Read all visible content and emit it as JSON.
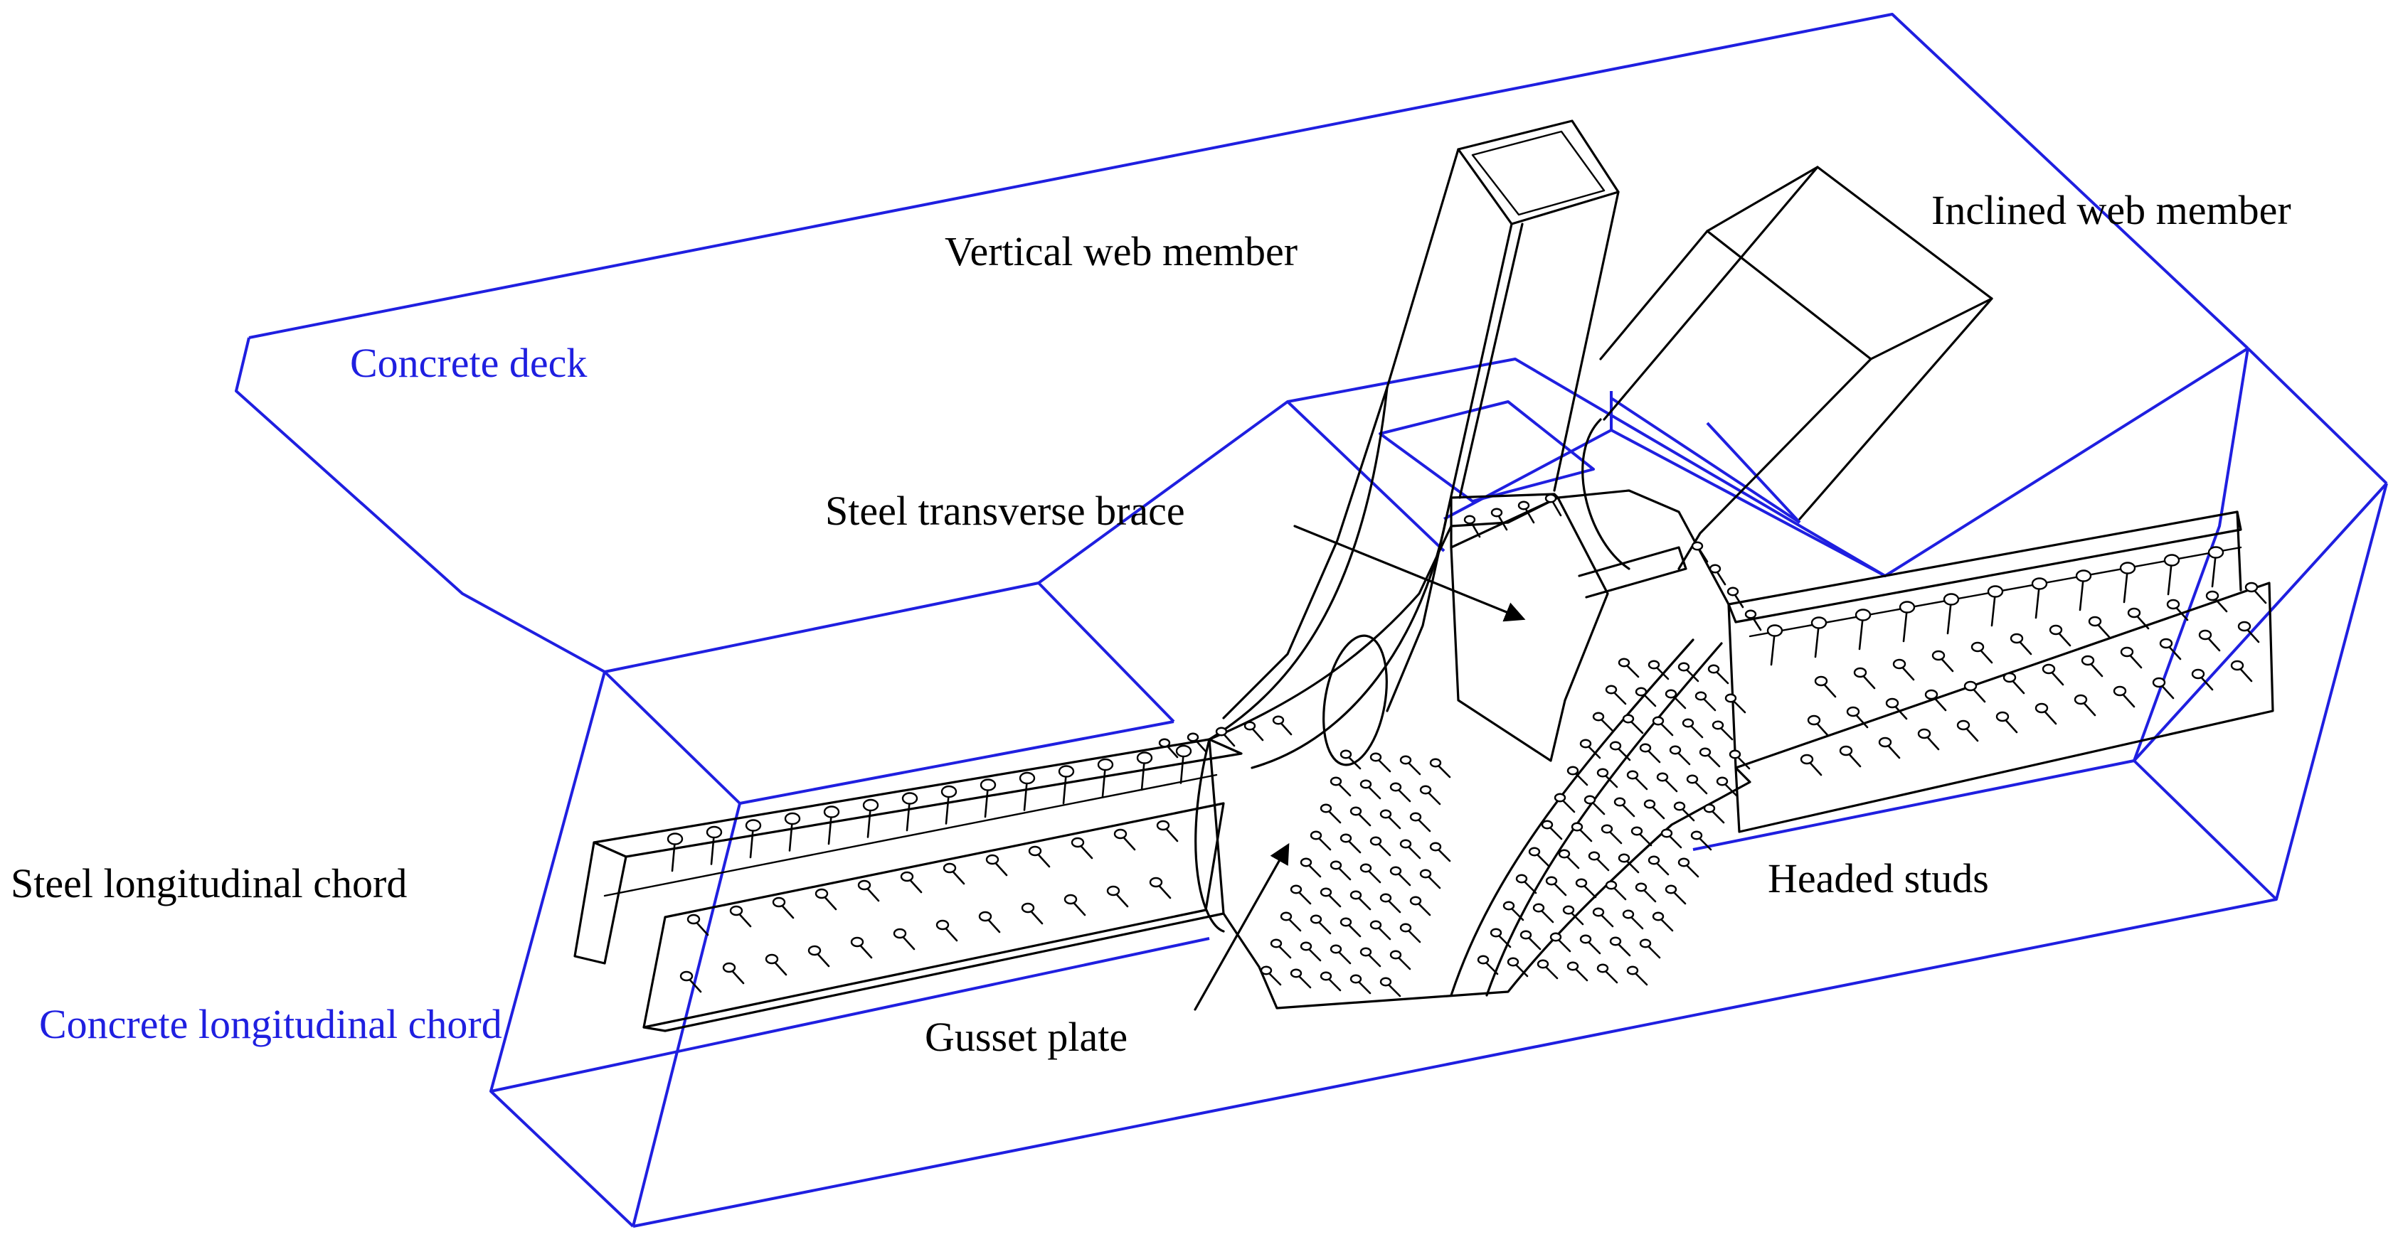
{
  "figure": {
    "labels": {
      "concrete_deck": "Concrete deck",
      "vertical_web_member": "Vertical web member",
      "inclined_web_member": "Inclined web member",
      "steel_transverse_brace": "Steel transverse brace",
      "steel_longitudinal_chord": "Steel longitudinal chord",
      "concrete_longitudinal_chord": "Concrete longitudinal chord",
      "gusset_plate": "Gusset plate",
      "headed_studs": "Headed studs"
    },
    "colors": {
      "concrete": "#1f1fe0",
      "steel": "#000000",
      "background": "#ffffff"
    }
  }
}
